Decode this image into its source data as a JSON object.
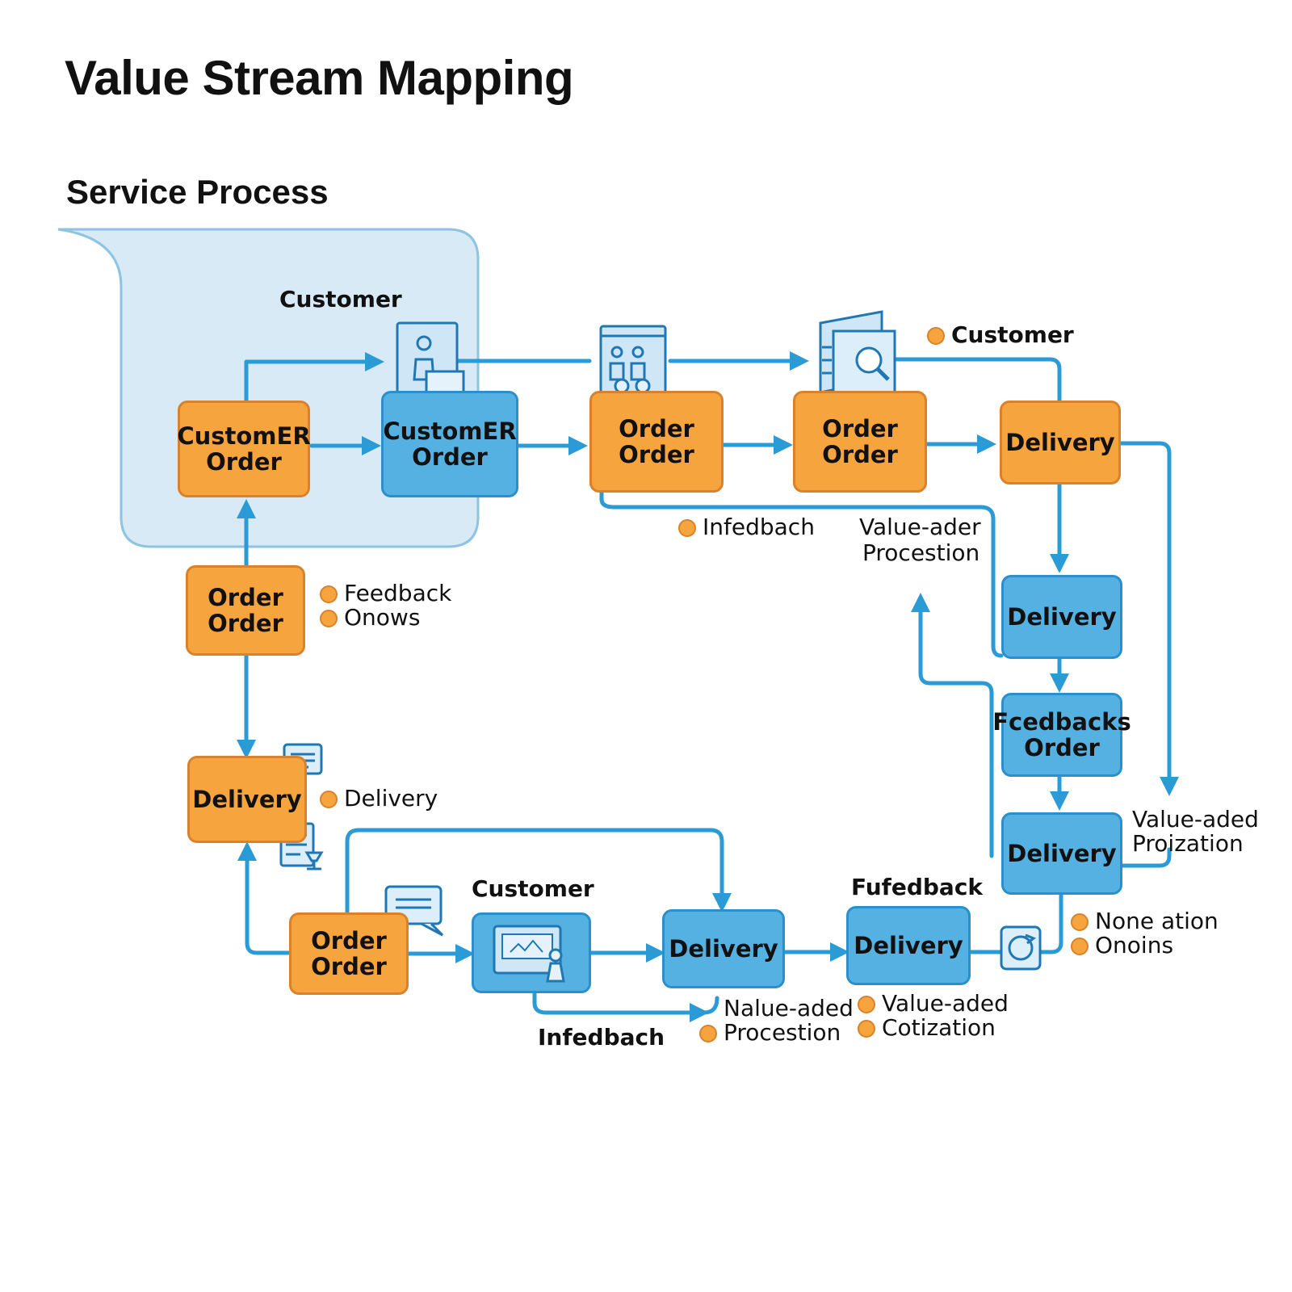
{
  "header": {
    "title": "Value Stream Mapping",
    "subtitle": "Service Process"
  },
  "region": {
    "label": "Customer"
  },
  "nodes": {
    "customer_order_1": {
      "line1": "CustomER",
      "line2": "Order"
    },
    "customer_order_2": {
      "line1": "CustomER",
      "line2": "Order"
    },
    "order_order_1": {
      "line1": "Order",
      "line2": "Order"
    },
    "order_order_2": {
      "line1": "Order",
      "line2": "Order"
    },
    "delivery_top": {
      "line1": "Delivery"
    },
    "order_order_left": {
      "line1": "Order",
      "line2": "Order"
    },
    "delivery_right_1": {
      "line1": "Delivery"
    },
    "feedbacks_order": {
      "line1": "Fcedbacks",
      "line2": "Order"
    },
    "delivery_left": {
      "line1": "Delivery"
    },
    "delivery_right_2": {
      "line1": "Delivery"
    },
    "order_order_bottom": {
      "line1": "Order",
      "line2": "Order"
    },
    "customer_screen": {
      "label": "Customer"
    },
    "delivery_bottom_1": {
      "line1": "Delivery"
    },
    "delivery_bottom_2": {
      "line1": "Delivery"
    }
  },
  "labels": {
    "customer_top_right": "Customer",
    "infedbach_top": "Infedbach",
    "value_ader": "Value-ader",
    "procestion_top": "Procestion",
    "feedback_left": "Feedback",
    "onows_left": "Onows",
    "delivery_left_note": "Delivery",
    "value_aded_right": "Value-aded",
    "proization_right": "Proization",
    "fufedback": "Fufedback",
    "none_ation": "None ation",
    "onoins": "Onoins",
    "infedbach_bottom": "Infedbach",
    "nalue_aded": "Nalue-aded",
    "procestion_bottom": "Procestion",
    "value_aded_bottom": "Value-aded",
    "cotization": "Cotization"
  },
  "colors": {
    "orange": "#f6a53e",
    "orange_border": "#d9822b",
    "blue": "#56b1e3",
    "blue_border": "#2a8fcb",
    "arrow": "#2a9bd6",
    "region_fill": "#d8eaf6",
    "region_border": "#8fc3e4"
  },
  "icons": [
    "presenter-board-icon",
    "team-board-icon",
    "magnifier-document-icon",
    "chat-bubble-icon",
    "calendar-lamp-icon",
    "screen-presenter-icon",
    "refresh-cycle-icon"
  ]
}
